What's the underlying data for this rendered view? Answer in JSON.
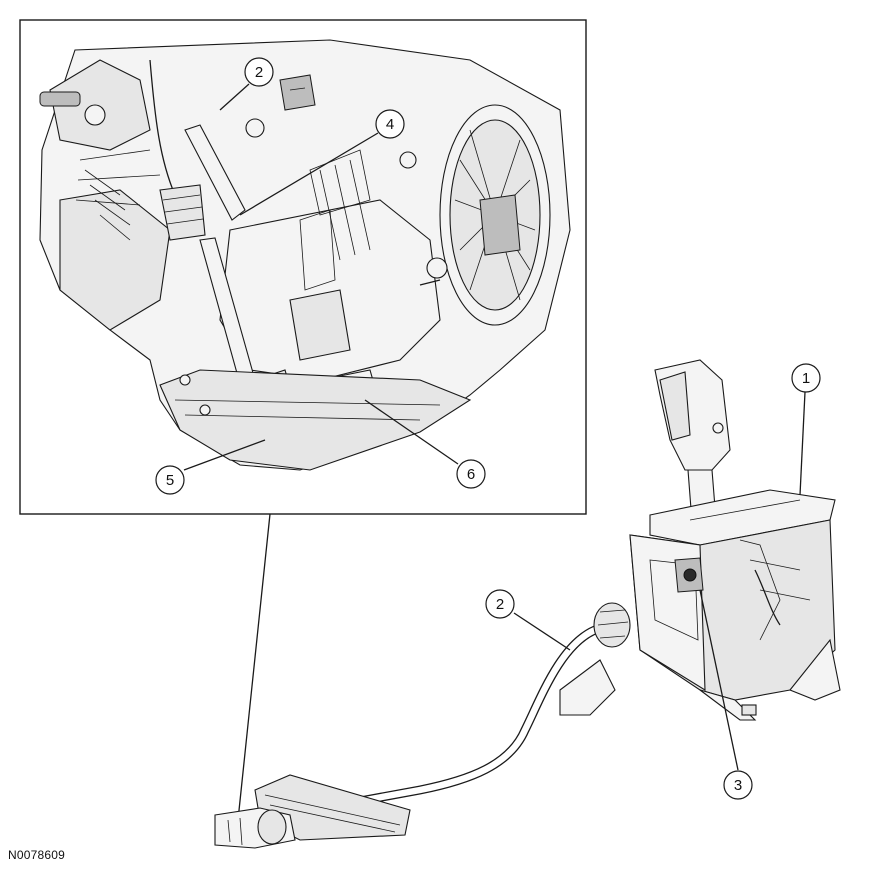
{
  "callouts": [
    {
      "id": "callout-1",
      "label": "1"
    },
    {
      "id": "callout-2-inset",
      "label": "2"
    },
    {
      "id": "callout-2",
      "label": "2"
    },
    {
      "id": "callout-3",
      "label": "3"
    },
    {
      "id": "callout-4",
      "label": "4"
    },
    {
      "id": "callout-5",
      "label": "5"
    },
    {
      "id": "callout-6",
      "label": "6"
    }
  ],
  "figure_id": "N0078609"
}
